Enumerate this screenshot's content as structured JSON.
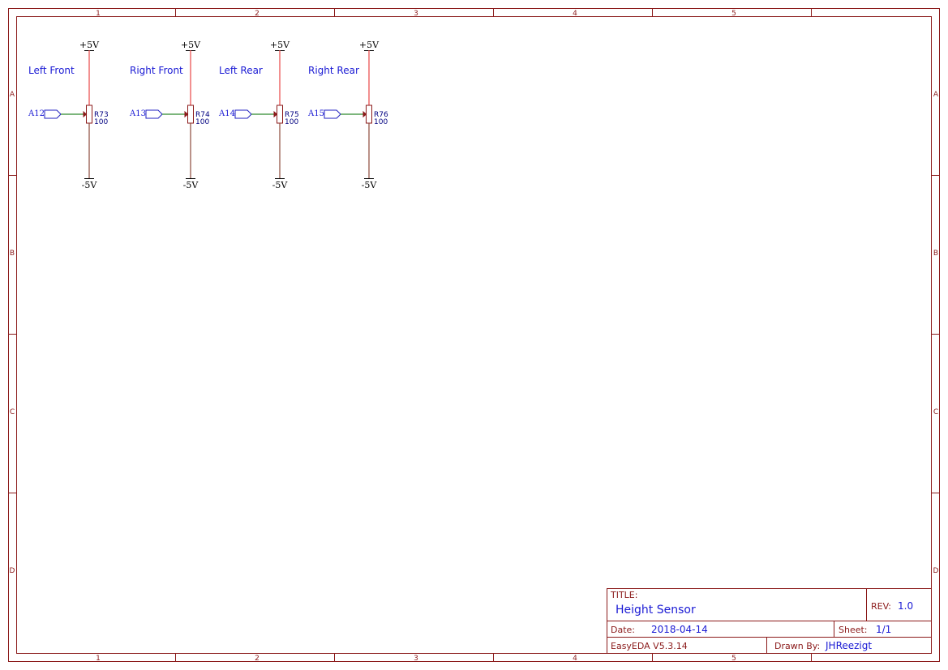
{
  "columns": [
    "1",
    "2",
    "3",
    "4",
    "5"
  ],
  "rows": [
    "A",
    "B",
    "C",
    "D"
  ],
  "groups": [
    {
      "label": "Left Front",
      "vcc": "+5V",
      "vee": "-5V",
      "net": "A12",
      "ref": "R73",
      "value": "100"
    },
    {
      "label": "Right Front",
      "vcc": "+5V",
      "vee": "-5V",
      "net": "A13",
      "ref": "R74",
      "value": "100"
    },
    {
      "label": "Left Rear",
      "vcc": "+5V",
      "vee": "-5V",
      "net": "A14",
      "ref": "R75",
      "value": "100"
    },
    {
      "label": "Right Rear",
      "vcc": "+5V",
      "vee": "-5V",
      "net": "A15",
      "ref": "R76",
      "value": "100"
    }
  ],
  "title_block": {
    "title_label": "TITLE:",
    "title": "Height Sensor",
    "rev_label": "REV:",
    "rev": "1.0",
    "date_label": "Date:",
    "date": "2018-04-14",
    "sheet_label": "Sheet:",
    "sheet": "1/1",
    "software": "EasyEDA V5.3.14",
    "drawn_by_label": "Drawn By:",
    "drawn_by": "JHReezigt"
  },
  "colors": {
    "frame": "#8b1a1a",
    "text_blue": "#1a1ad4",
    "wire_vcc": "#e84545",
    "wire_signal": "#2e8b2e",
    "wire_vee": "#8b4a3a"
  }
}
